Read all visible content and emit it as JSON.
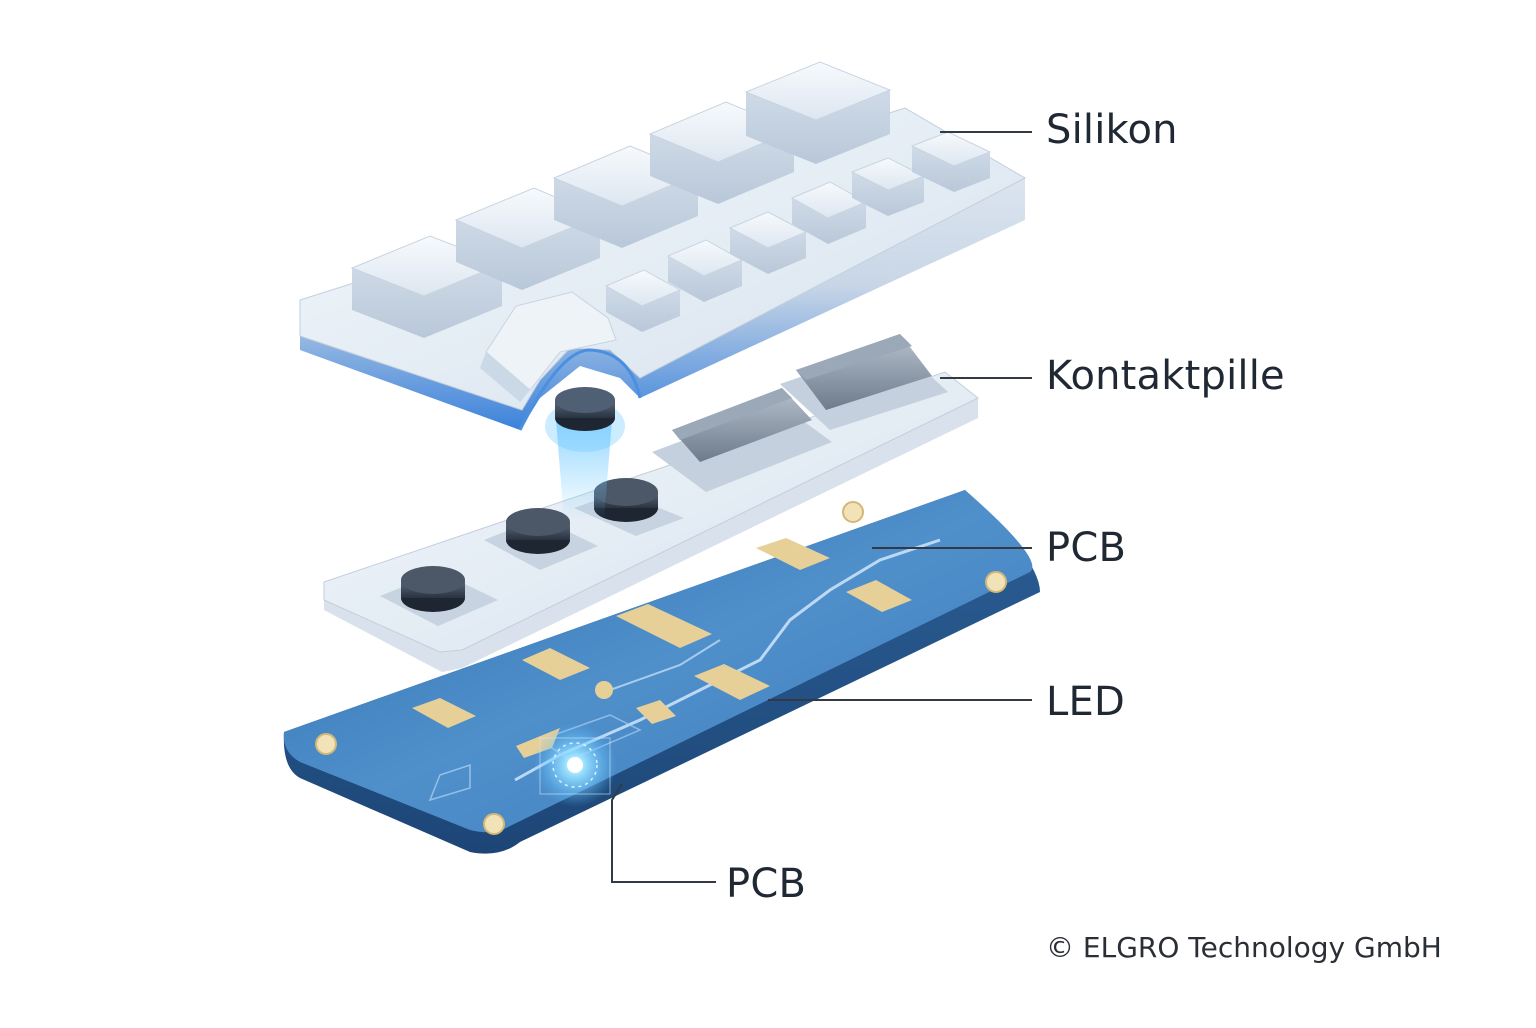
{
  "labels": {
    "silikon": "Silikon",
    "kontaktpille": "Kontaktpille",
    "pcb_upper": "PCB",
    "led": "LED",
    "pcb_lower": "PCB"
  },
  "copyright": "© ELGRO Technology GmbH",
  "colors": {
    "silicone_top": "#dfe8f2",
    "silicone_edge_blue": "#4a8fe0",
    "pcb_blue": "#3f7fbf",
    "pcb_dark": "#2a5f96",
    "gold_pad": "#e7cf98",
    "contact_pill": "#3b4554",
    "led_glow": "#7fd4ff",
    "leader_line": "#333a44"
  },
  "icons": {
    "led": "glowing-led-icon",
    "contact": "contact-pill-icon",
    "mount_hole": "mounting-hole-icon"
  }
}
